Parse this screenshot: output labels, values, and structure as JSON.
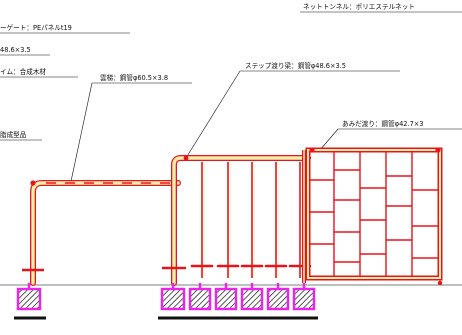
{
  "annotations": [
    {
      "key": "net_tunnel",
      "text": "ネットトンネル：ポリエステルネット"
    },
    {
      "key": "gate",
      "text": "ーゲート：PEパネルt19"
    },
    {
      "key": "pipe_left",
      "text": "48.6×3.5"
    },
    {
      "key": "frame",
      "text": "イム：合成木材"
    },
    {
      "key": "resin",
      "text": "脂成型品"
    },
    {
      "key": "monkey_bars",
      "text": "雲梯：鋼管φ60.5×3.8"
    },
    {
      "key": "step_beam",
      "text": "ステップ渡り梁：鋼管φ48.6×3.5"
    },
    {
      "key": "net_bridge",
      "text": "あみだ渡り：鋼管φ42.7×3"
    }
  ],
  "colors": {
    "pipe_outline": "#e8141c",
    "pipe_fill": "#f7efaa",
    "footing": "#ee22ee",
    "hatch": "#111111",
    "leader": "#111111"
  },
  "icons": [
    "footing-hatch-icon"
  ]
}
